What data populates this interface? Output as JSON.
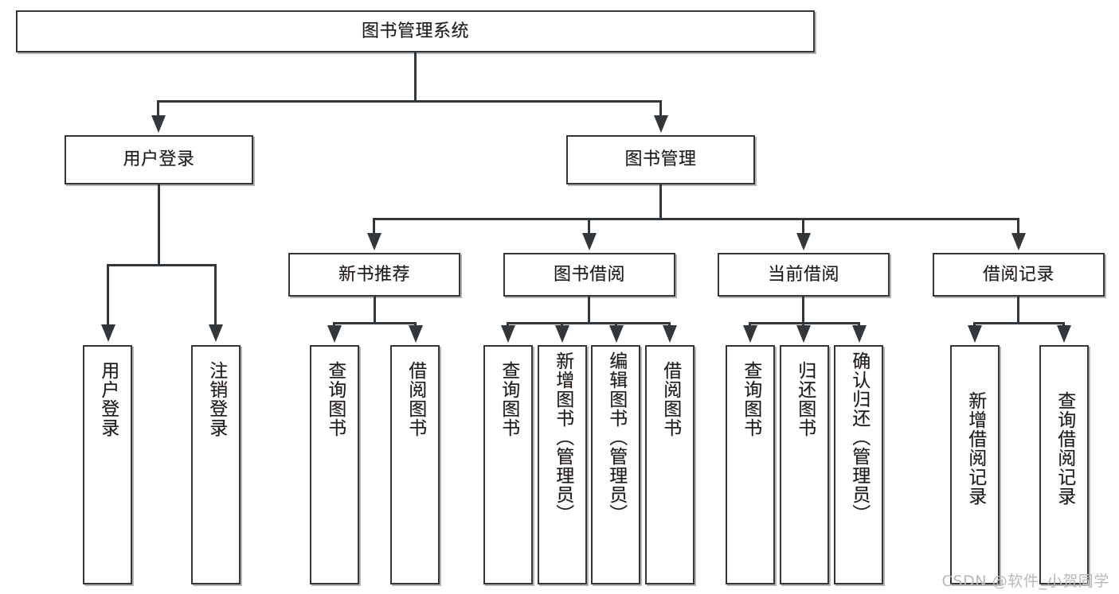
{
  "diagram": {
    "title": "图书管理系统",
    "type": "tree-hierarchy-chart",
    "root": {
      "label": "图书管理系统"
    },
    "level2": [
      {
        "label": "用户登录"
      },
      {
        "label": "图书管理"
      }
    ],
    "level3": [
      {
        "label": "新书推荐"
      },
      {
        "label": "图书借阅"
      },
      {
        "label": "当前借阅"
      },
      {
        "label": "借阅记录"
      }
    ],
    "leaves": {
      "user_login": [
        {
          "label": "用户登录"
        },
        {
          "label": "注销登录"
        }
      ],
      "new_book_recommend": [
        {
          "label": "查询图书"
        },
        {
          "label": "借阅图书"
        }
      ],
      "book_borrow": [
        {
          "label": "查询图书"
        },
        {
          "label": "新增图书（管理员）"
        },
        {
          "label": "编辑图书（管理员）"
        },
        {
          "label": "借阅图书"
        }
      ],
      "current_borrow": [
        {
          "label": "查询图书"
        },
        {
          "label": "归还图书"
        },
        {
          "label": "确认归还（管理员）"
        }
      ],
      "borrow_record": [
        {
          "label": "新增借阅记录"
        },
        {
          "label": "查询借阅记录"
        }
      ]
    }
  },
  "watermark": {
    "text": "CSDN @软件_小贺同学"
  },
  "colors": {
    "box_border": "#32373b",
    "box_fill": "#ffffff",
    "connector": "#32373b",
    "text": "#1b1b1b",
    "watermark": "#b9b9b9"
  }
}
